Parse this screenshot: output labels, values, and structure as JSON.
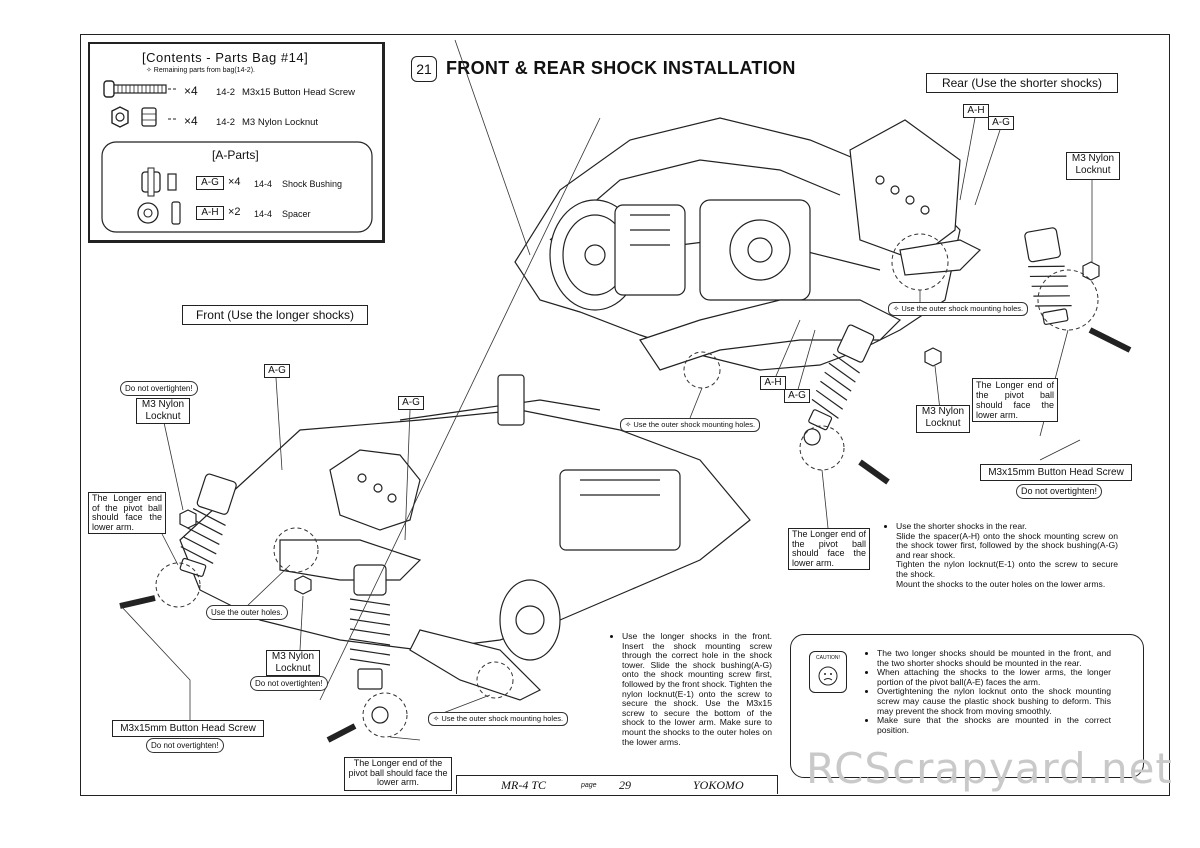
{
  "contents": {
    "title": "[Contents - Parts Bag #14]",
    "subtitle": "✧ Remaining parts from bag(14-2).",
    "items": [
      {
        "qty": "×4",
        "ref": "14-2",
        "name": "M3x15 Button Head Screw"
      },
      {
        "qty": "×4",
        "ref": "14-2",
        "name": "M3 Nylon Locknut"
      }
    ],
    "aparts_title": "[A-Parts]",
    "aparts": [
      {
        "code": "A-G",
        "qty": "×4",
        "ref": "14-4",
        "name": "Shock Bushing"
      },
      {
        "code": "A-H",
        "qty": "×2",
        "ref": "14-4",
        "name": "Spacer"
      }
    ]
  },
  "step": {
    "number": "21",
    "title": "FRONT & REAR SHOCK INSTALLATION"
  },
  "rear": {
    "header": "Rear (Use the shorter shocks)",
    "code_ah": "A-H",
    "code_ag": "A-G",
    "nylon_locknut": "M3 Nylon Locknut",
    "nylon_locknut_2": "M3 Nylon Locknut",
    "outer_holes_note": "✧ Use the outer shock mounting holes.",
    "pivot_note": "The Longer end of the pivot ball should face the lower arm.",
    "screw_label": "M3x15mm Button Head Screw",
    "do_not_overtighten": "Do not overtighten!",
    "code_ah_2": "A-H",
    "code_ag_2": "A-G",
    "instructions": [
      "Use the shorter shocks in the rear.",
      "Slide the spacer(A-H) onto the shock mounting screw on the shock tower first, followed by the shock bushing(A-G) and rear shock.",
      "Tighten the nylon locknut(E-1) onto the screw to secure the shock.",
      "Mount the shocks to the outer holes on the lower arms."
    ]
  },
  "front": {
    "header": "Front (Use the longer shocks)",
    "code_ag_1": "A-G",
    "code_ag_2": "A-G",
    "do_not_overtighten_1": "Do not overtighten!",
    "nylon_locknut_1": "M3 Nylon Locknut",
    "pivot_note_left": "The Longer end of the pivot ball should face the lower arm.",
    "outer_holes": "Use the outer holes.",
    "nylon_locknut_2": "M3 Nylon Locknut",
    "do_not_overtighten_2": "Do not overtighten!",
    "screw_label": "M3x15mm Button Head Screw",
    "do_not_overtighten_3": "Do not overtighten!",
    "outer_holes_note": "✧ Use the outer shock mounting holes.",
    "pivot_note_bottom": "The Longer end of the pivot ball should face the lower arm.",
    "instructions": "Use the longer shocks in the front. Insert the shock mounting screw through the correct hole in the shock tower. Slide the shock bushing(A-G) onto the shock mounting screw first, followed by the front shock. Tighten the nylon locknut(E-1) onto the screw to secure the shock. Use the M3x15 screw to secure the bottom of the shock to the lower arm. Make sure to mount the shocks to the outer holes on the lower arms."
  },
  "caution": {
    "badge": "CAUTION!",
    "items": [
      "The two longer shocks should be mounted in the front, and the two shorter shocks should be mounted in the rear.",
      "When attaching the shocks to the lower arms, the longer portion of the pivot ball(A-E) faces the arm.",
      "Overtightening the nylon locknut onto the shock mounting screw may cause the plastic shock bushing to deform. This may prevent the shock from moving smoothly.",
      "Make sure that the shocks are mounted in the correct position."
    ]
  },
  "footer": {
    "model": "MR-4 TC",
    "page_label": "page",
    "page": "29",
    "brand": "YOKOMO"
  },
  "watermark": "RCScrapyard.net"
}
